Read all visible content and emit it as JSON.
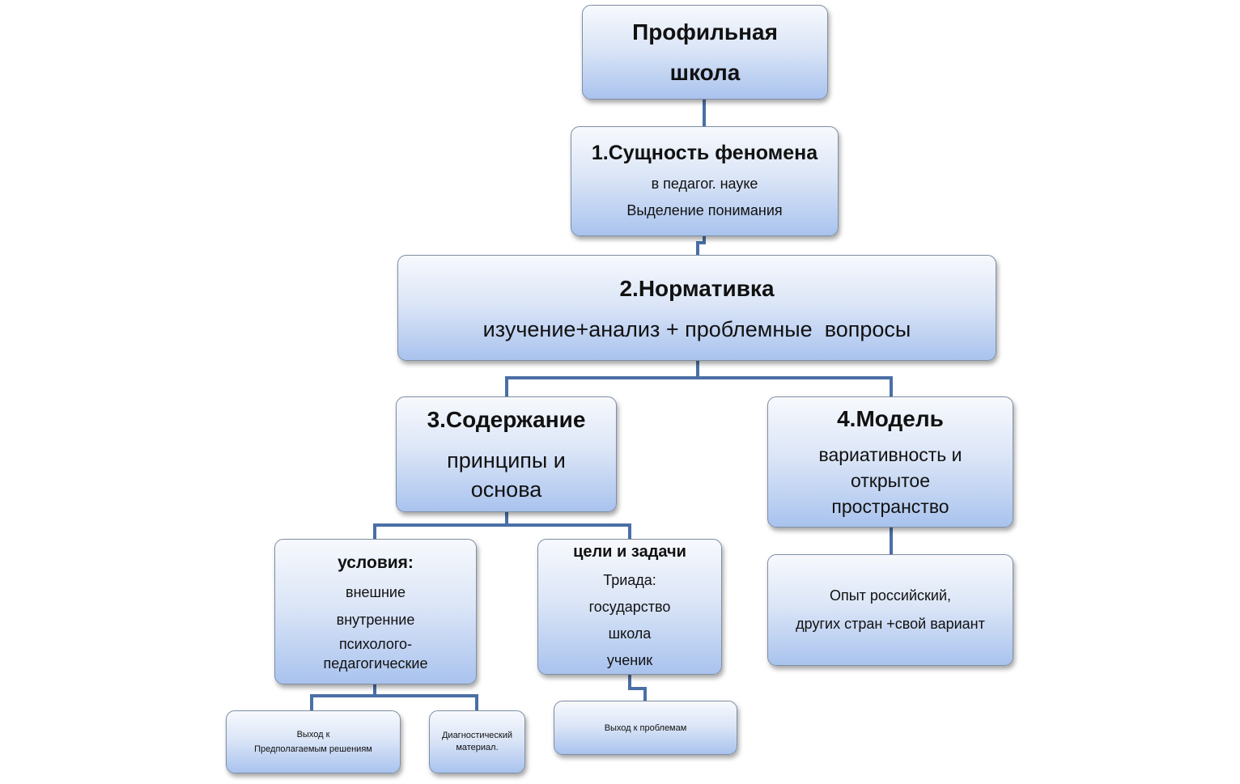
{
  "nodes": {
    "root": {
      "lines": [
        "Профильная",
        "школа"
      ]
    },
    "essence": {
      "title": "1.Сущность феномена",
      "lines": [
        "в педагог. науке",
        "Выделение понимания"
      ]
    },
    "normative": {
      "title": "2.Нормативка",
      "lines": [
        "изучение+анализ + проблемные  вопросы"
      ]
    },
    "content": {
      "title": "3.Содержание",
      "lines": [
        "принципы и",
        "основа"
      ]
    },
    "model": {
      "title": "4.Модель",
      "lines": [
        "вариативность и",
        "открытое",
        "пространство"
      ]
    },
    "conditions": {
      "title": "условия:",
      "lines": [
        "внешние",
        "внутренние",
        "психолого-",
        "педагогические"
      ]
    },
    "goals": {
      "title": "цели и задачи",
      "lines": [
        "Триада:",
        "государство",
        "школа",
        "ученик"
      ]
    },
    "experience": {
      "lines": [
        "Опыт российский,",
        "других стран +свой вариант"
      ]
    },
    "solutions": {
      "lines": [
        "Выход к",
        "Предполагаемым решениям"
      ]
    },
    "diagnostic": {
      "lines": [
        "Диагностический",
        "материал."
      ]
    },
    "problems": {
      "lines": [
        "Выход к проблемам"
      ]
    }
  },
  "colors": {
    "connector": "#4a6fa5",
    "box_border": "#7f8fa3",
    "box_gradient_bottom": "#a9c3ee"
  }
}
